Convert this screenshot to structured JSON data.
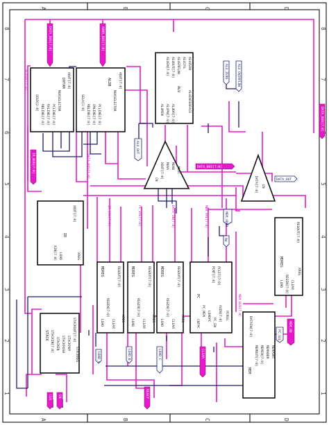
{
  "frame": {
    "columns": [
      "A",
      "B",
      "C",
      "D"
    ],
    "rows": [
      "8",
      "7",
      "6",
      "5",
      "4",
      "3",
      "2",
      "1"
    ]
  },
  "blocks": {
    "datam": {
      "name": "DATAM",
      "pins": [
        "SELD[2:0]",
        "RBLINE[7:0]",
        "RALINE[7:0]",
        "PCLINE[7:0]",
        "AOUT[7:0]"
      ],
      "caption": "MUXSELECTOR"
    },
    "aldb": {
      "name": "ALDB",
      "pins": [
        "SELA[1:0]",
        "RBLINE[7:0]",
        "IMLINE[7:0]",
        "PCLINE[7:0]",
        "AOUT[7:0]"
      ],
      "caption": "MUXSELECTOR"
    },
    "alu": {
      "name": "ALU",
      "pins": [
        "ALUMIN",
        "ALUPN[7:0]",
        "ALUDR[7:0]",
        "ALUEN[7:0]",
        "ALUOUT[7:0]",
        "ALUERFLOW",
        "ALUCFG",
        "ALUZERO"
      ],
      "caption": "ALUINTERFACE"
    },
    "ir": {
      "name": "IR",
      "pins": [
        "XOUT[7:0]",
        "LOAD",
        "XIN[7:0]"
      ],
      "caption": "XREG"
    },
    "tri_a": {
      "pins": [
        "XOUT[7:0]",
        "CN",
        "MUXA",
        "MUXB",
        "MUXC"
      ]
    },
    "tri_b": {
      "pins": [
        "DATA[7:0]",
        "EN"
      ]
    },
    "reg_a": {
      "name": "MDREG",
      "pins": [
        "REGOUT[7:0]",
        "REGIN[7:0]",
        "LOAD",
        "CLEAR"
      ],
      "caption": "XREG"
    },
    "reg_b": {
      "name": "MDREG",
      "pins": [
        "REGOUT[7:0]",
        "REGIN[7:0]",
        "LOAD",
        "CLEAR"
      ],
      "caption": "XREG"
    },
    "reg_c": {
      "name": "MDREG",
      "pins": [
        "REGOUT[7:0]",
        "REGIN[7:0]",
        "LOAD",
        "CLEAR"
      ],
      "caption": "XREG"
    },
    "pc": {
      "name": "PC",
      "pins": [
        "PCNT[7:0]",
        "PCLIT[7:0]",
        "PC_MEM",
        "CNTPC",
        "LOADPC",
        "PC_EN",
        "AUIN[7:0]",
        "PCREG"
      ]
    },
    "mdr": {
      "name": "MDREG",
      "pins": [
        "REGOUT[7:0]",
        "LOAD",
        "REGIN[7:0]",
        "CLEAR"
      ],
      "caption": "XREG"
    },
    "stack": {
      "name": "STACK",
      "pins": [
        "STACKIN[7:0]",
        "STACKOUT[7:0]",
        "STACKEN",
        "STACKPUSH",
        "STACKPOP",
        "STACKREG"
      ],
      "caption": "STACKREG"
    },
    "mem": {
      "name": "MEM",
      "pins": [
        "MEMOUT[7:0]",
        "MEMIN[7:0]",
        "MEMADDR",
        "DATAIN[7:0]",
        "MEMPORT"
      ]
    }
  },
  "flags": {
    "top1": "DATA_BUS[7:0]",
    "top2": "ADDR_BUS[7:0]",
    "top3": "DATA_BUS[7:0]",
    "alu_zero": "ALU_ZERO",
    "alu_ovf": "ALU_OVERFLOW",
    "alu_out": "ALU_OUT",
    "mid_bus": "DATA_BUS[7:0]",
    "irbus": "IR_BUS[7:0]",
    "right1": "DATA_OUT",
    "right2": "MEM_ADDR",
    "rw": "RW",
    "pcsel": "PC_SEL",
    "memrd": "MEM_RD",
    "load_a": "LOAD_A",
    "load_b": "LOAD_B",
    "load_c": "LOAD_C",
    "clr": "CLEAR",
    "reset": "RESET",
    "clk": "CLK",
    "en": "EN"
  },
  "bus_labels": {
    "left_a": "ALUSRC[7:0]",
    "left_b": "DATA_BUS[7:0]",
    "mid_a": "IR_VAL[7:0]",
    "mid_b": "PC_VAL[7:0]",
    "mid_c": "DATA_IN[7:0]",
    "mid_d": "MDR_VAL[7:0]",
    "bot_a": "MEM_BUS[7:0]"
  },
  "colors": {
    "wire_primary": "#e619c8",
    "wire_secondary": "#1a1a6e",
    "block": "#111111",
    "frame": "#222222"
  }
}
